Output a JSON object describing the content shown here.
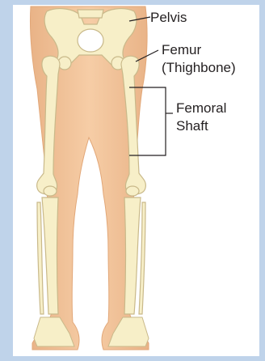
{
  "diagram": {
    "labels": {
      "pelvis": "Pelvis",
      "femur_line1": "Femur",
      "femur_line2": "(Thighbone)",
      "shaft_line1": "Femoral",
      "shaft_line2": "Shaft"
    },
    "colors": {
      "outer_border": "#bfd3ea",
      "panel": "#ffffff",
      "skin": "#f5c9a0",
      "skin_shadow": "#e8b183",
      "bone": "#f7efc8",
      "bone_outline": "#c9b98a",
      "label_text": "#231f20"
    }
  }
}
